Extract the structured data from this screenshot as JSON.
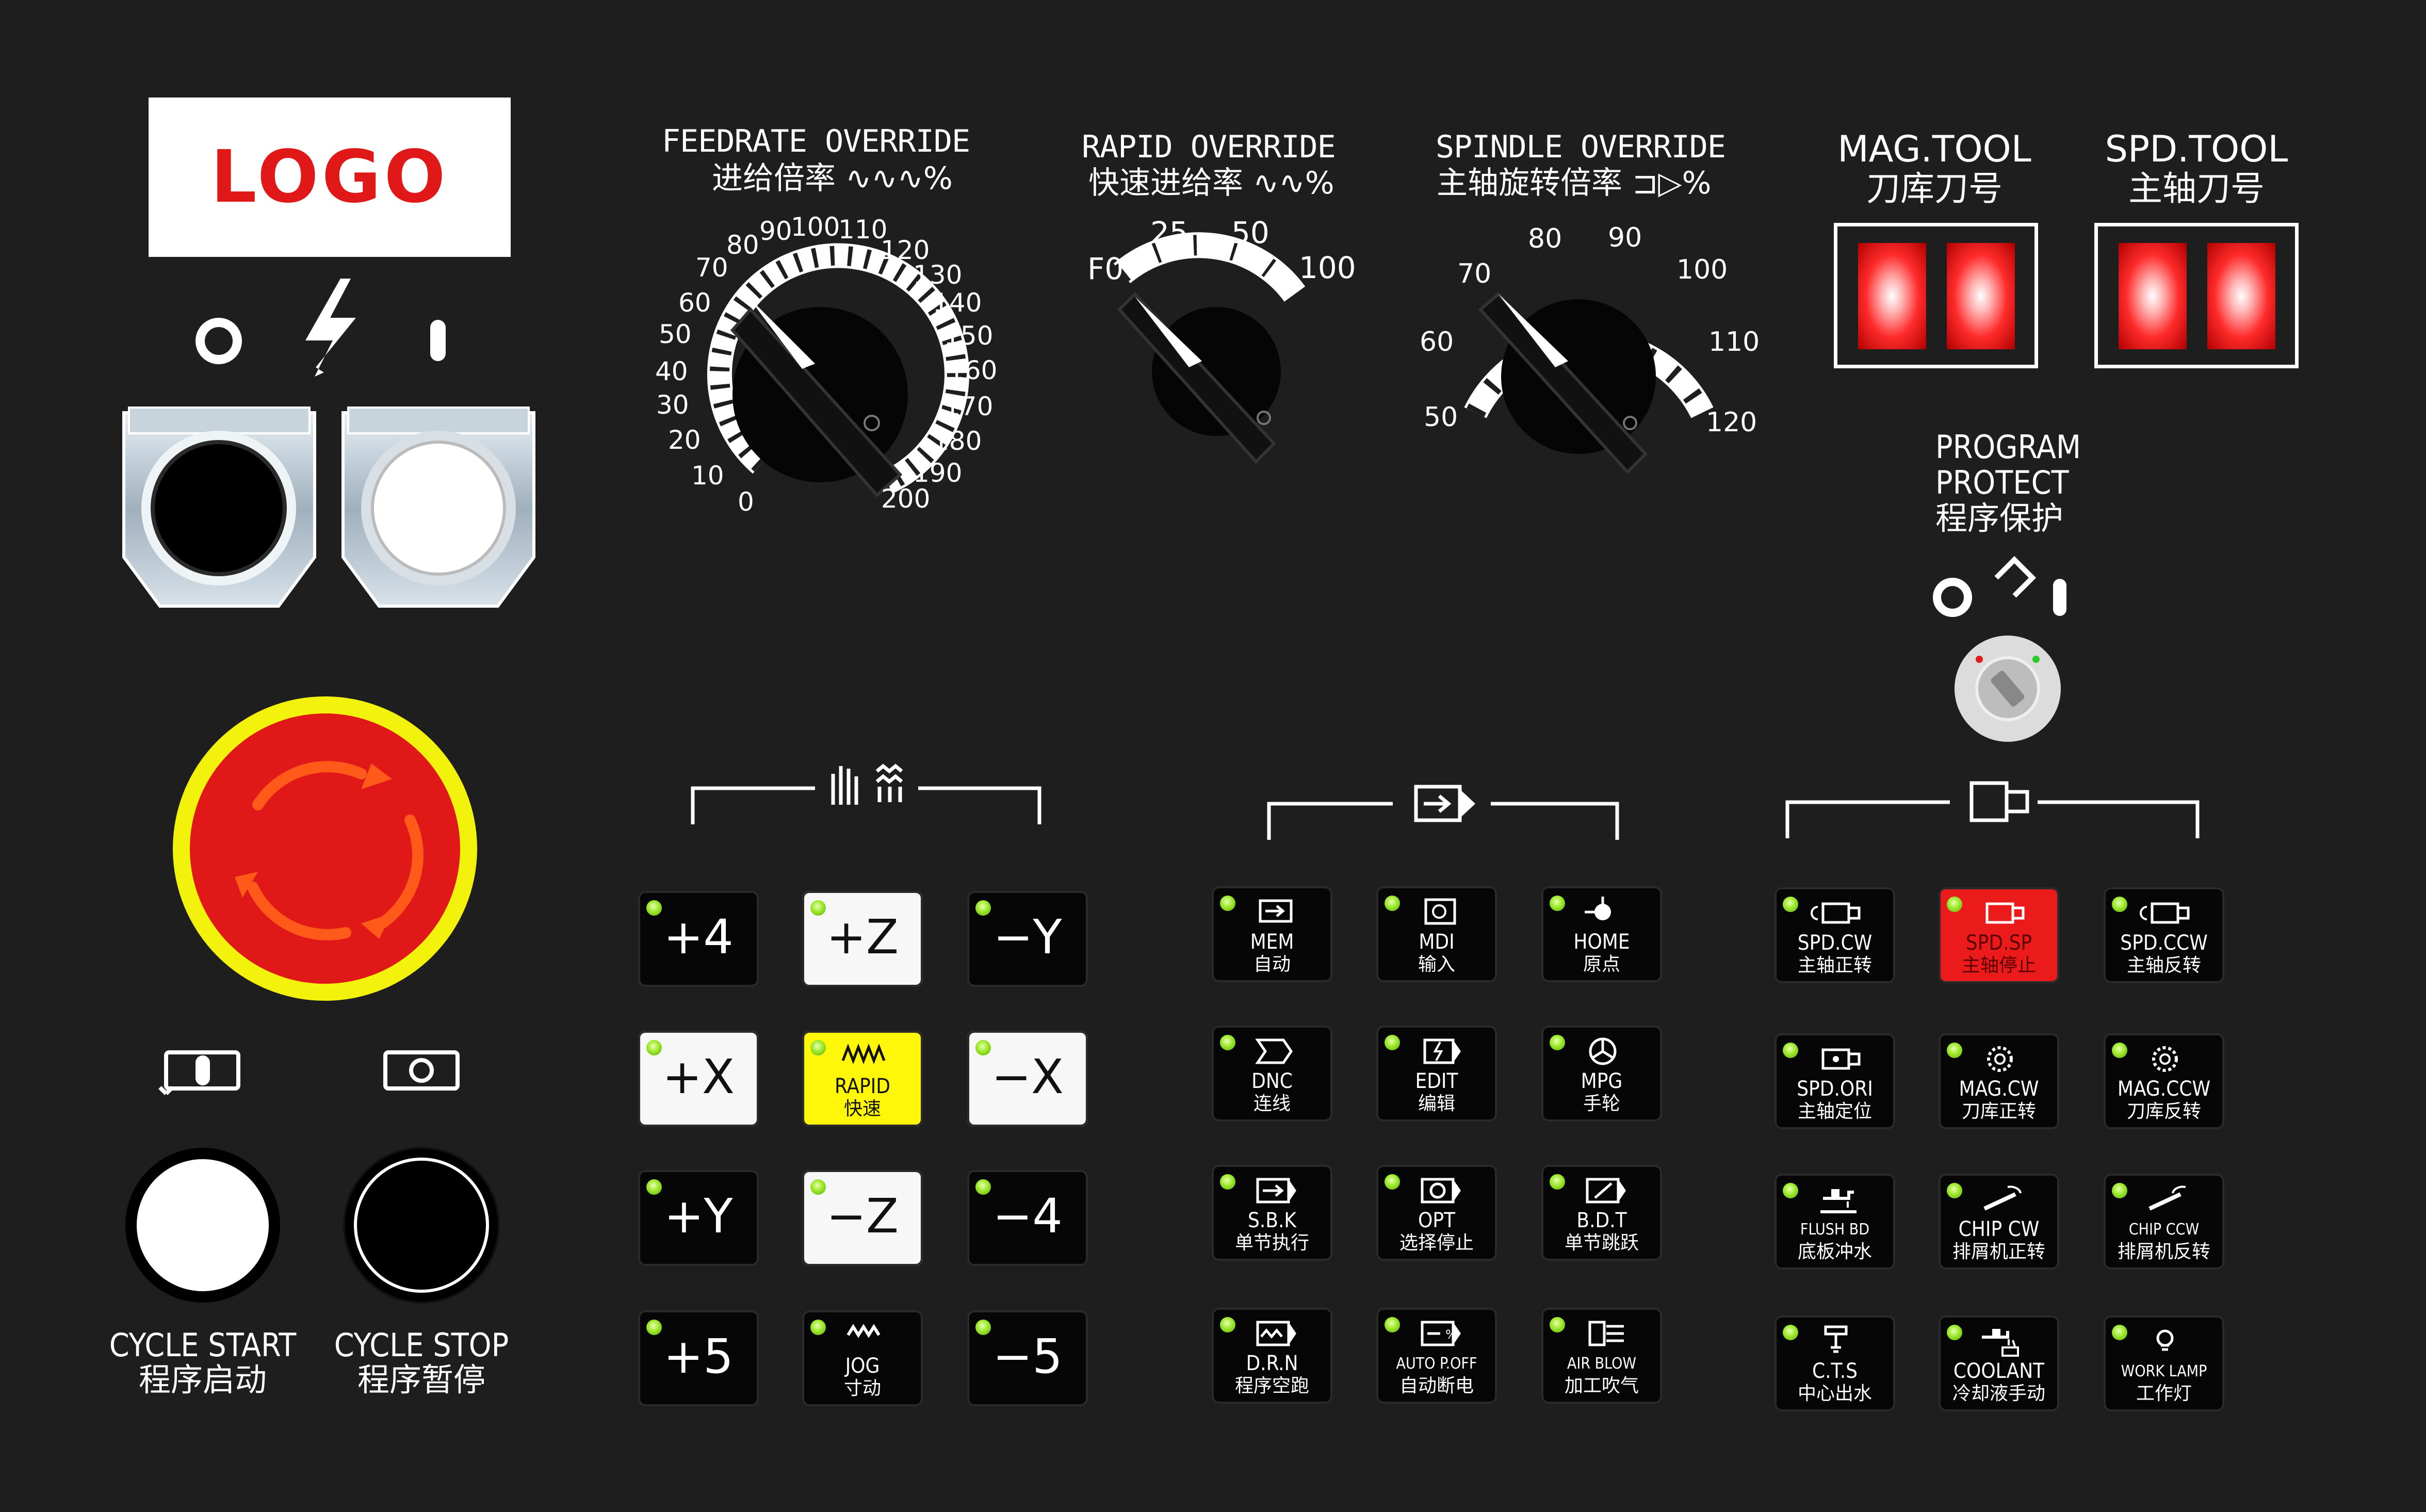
{
  "logo": {
    "text": "LOGO"
  },
  "power": {
    "off_symbol": "○",
    "on_symbol": "▮"
  },
  "feedrate": {
    "title": "FEEDRATE OVERRIDE",
    "subtitle": "进给倍率 ∿∿∿%",
    "scale": [
      "0",
      "10",
      "20",
      "30",
      "40",
      "50",
      "60",
      "70",
      "80",
      "90",
      "100",
      "110",
      "120",
      "130",
      "140",
      "150",
      "160",
      "170",
      "180",
      "190",
      "200"
    ]
  },
  "rapid": {
    "title": "RAPID OVERRIDE",
    "subtitle": "快速进给率 ∿∿%",
    "scale": [
      "F0",
      "25",
      "50",
      "100"
    ]
  },
  "spindle": {
    "title": "SPINDLE OVERRIDE",
    "subtitle": "主轴旋转倍率 ⊐▷%",
    "scale": [
      "50",
      "60",
      "70",
      "80",
      "90",
      "100",
      "110",
      "120"
    ]
  },
  "mag_tool": {
    "title": "MAG.TOOL",
    "subtitle": "刀库刀号"
  },
  "spd_tool": {
    "title": "SPD.TOOL",
    "subtitle": "主轴刀号"
  },
  "program_protect": {
    "line1": "PROGRAM",
    "line2": "PROTECT",
    "line3": "程序保护"
  },
  "cycle": {
    "start_en": "CYCLE START",
    "start_cn": "程序启动",
    "stop_en": "CYCLE STOP",
    "stop_cn": "程序暂停"
  },
  "jog_keys": [
    {
      "label": "+4"
    },
    {
      "label": "+Z"
    },
    {
      "label": "−Y"
    },
    {
      "label": "+X"
    },
    {
      "label1": "RAPID",
      "label2": "快速"
    },
    {
      "label": "−X"
    },
    {
      "label": "+Y"
    },
    {
      "label": "−Z"
    },
    {
      "label": "−4"
    },
    {
      "label": "+5"
    },
    {
      "label1": "JOG",
      "label2": "寸动"
    },
    {
      "label": "−5"
    }
  ],
  "mode_keys": [
    {
      "label1": "MEM",
      "label2": "自动",
      "icon": "memory-icon"
    },
    {
      "label1": "MDI",
      "label2": "输入",
      "icon": "mdi-icon"
    },
    {
      "label1": "HOME",
      "label2": "原点",
      "icon": "home-icon"
    },
    {
      "label1": "DNC",
      "label2": "连线",
      "icon": "dnc-icon"
    },
    {
      "label1": "EDIT",
      "label2": "编辑",
      "icon": "edit-icon"
    },
    {
      "label1": "MPG",
      "label2": "手轮",
      "icon": "handwheel-icon"
    },
    {
      "label1": "S.B.K",
      "label2": "单节执行",
      "icon": "single-block-icon"
    },
    {
      "label1": "OPT",
      "label2": "选择停止",
      "icon": "optional-stop-icon"
    },
    {
      "label1": "B.D.T",
      "label2": "单节跳跃",
      "icon": "block-delete-icon"
    },
    {
      "label1": "D.R.N",
      "label2": "程序空跑",
      "icon": "dry-run-icon"
    },
    {
      "label1": "AUTO P.OFF",
      "label2": "自动断电",
      "icon": "auto-power-off-icon"
    },
    {
      "label1": "AIR BLOW",
      "label2": "加工吹气",
      "icon": "air-blow-icon"
    }
  ],
  "spindle_keys": [
    {
      "label1": "SPD.CW",
      "label2": "主轴正转",
      "icon": "spindle-cw-icon"
    },
    {
      "label1": "SPD.SP",
      "label2": "主轴停止",
      "icon": "spindle-stop-icon"
    },
    {
      "label1": "SPD.CCW",
      "label2": "主轴反转",
      "icon": "spindle-ccw-icon"
    },
    {
      "label1": "SPD.ORI",
      "label2": "主轴定位",
      "icon": "spindle-orient-icon"
    },
    {
      "label1": "MAG.CW",
      "label2": "刀库正转",
      "icon": "magazine-cw-icon"
    },
    {
      "label1": "MAG.CCW",
      "label2": "刀库反转",
      "icon": "magazine-ccw-icon"
    },
    {
      "label1": "FLUSH BD",
      "label2": "底板冲水",
      "icon": "flush-icon"
    },
    {
      "label1": "CHIP CW",
      "label2": "排屑机正转",
      "icon": "chip-cw-icon"
    },
    {
      "label1": "CHIP CCW",
      "label2": "排屑机反转",
      "icon": "chip-ccw-icon"
    },
    {
      "label1": "C.T.S",
      "label2": "中心出水",
      "icon": "coolant-through-icon"
    },
    {
      "label1": "COOLANT",
      "label2": "冷却液手动",
      "icon": "coolant-icon"
    },
    {
      "label1": "WORK LAMP",
      "label2": "工作灯",
      "icon": "work-lamp-icon"
    }
  ],
  "colors": {
    "panel": "#1e1e1e",
    "led": "#9be82a",
    "estop_red": "#e01818",
    "estop_yellow": "#f2f20c",
    "rapid_key": "#fff70a",
    "spd_stop_key": "#ec1b1b"
  }
}
